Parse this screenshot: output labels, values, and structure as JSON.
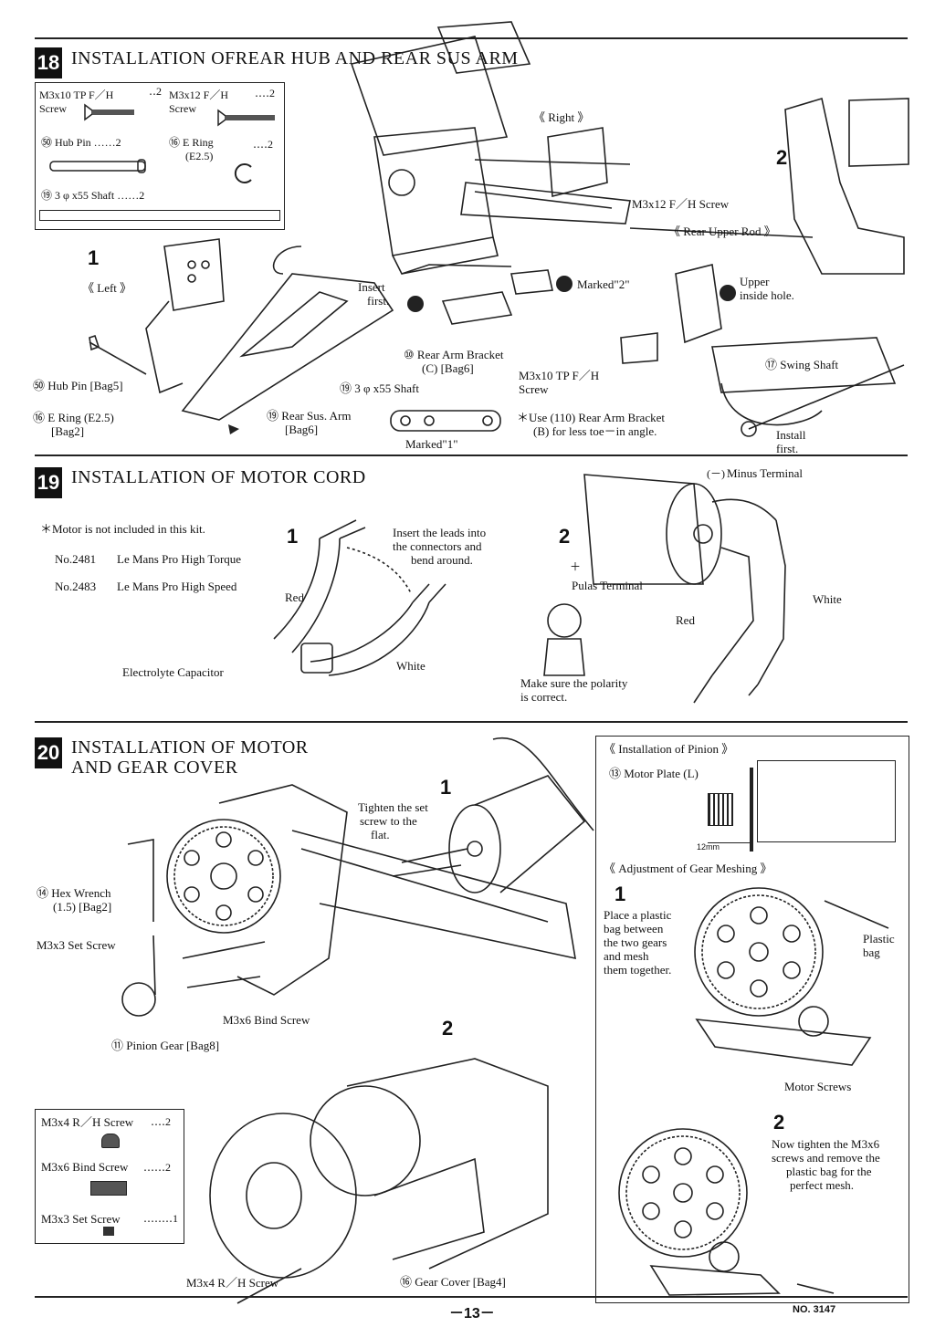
{
  "s18": {
    "num": "18",
    "title": "INSTALLATION OFREAR HUB AND REAR SUS ARM",
    "parts": {
      "p1_name": "M3x10 TP F／H",
      "p1_name2": "Screw",
      "p1_qty": "‥2",
      "p2_name": "M3x12 F／H",
      "p2_name2": "Screw",
      "p2_qty": "‥‥2",
      "p3": "㊿ Hub Pin ……2",
      "p4a": "⑯ E Ring",
      "p4b": "(E2.5)",
      "p4_qty": "‥‥2",
      "p5": "⑲ 3 φ x55 Shaft ……2"
    },
    "step1": "1",
    "step2": "2",
    "left": "《 Left 》",
    "right": "《 Right 》",
    "hub_pin": "㊿ Hub Pin [Bag5]",
    "ering1": "⑯ E Ring (E2.5)",
    "ering2": "[Bag2]",
    "insert1": "Insert",
    "insert2": "first.",
    "shaft": "⑲ 3 φ x55 Shaft",
    "rearsus1": "⑲ Rear Sus. Arm",
    "rearsus2": "[Bag6]",
    "rab1": "⑩ Rear Arm Bracket",
    "rab2": "(C) [Bag6]",
    "marked2": "Marked\"2\"",
    "marked1": "Marked\"1\"",
    "m3x10a": "M3x10 TP F／H",
    "m3x10b": "Screw",
    "use1": "＊Use (110) Rear Arm Bracket",
    "use2": "(B) for less toe－in angle.",
    "m3x12": "M3x12 F／H Screw",
    "rur": "《 Rear Upper Rod 》",
    "upper1": "Upper",
    "upper2": "inside hole.",
    "swing": "⑰ Swing Shaft",
    "install1": "Install",
    "install2": "first."
  },
  "s19": {
    "num": "19",
    "title": "INSTALLATION OF MOTOR CORD",
    "note": "＊Motor is not included in this kit.",
    "m1_no": "No.2481",
    "m1_name": "Le Mans Pro High Torque",
    "m2_no": "No.2483",
    "m2_name": "Le Mans Pro High Speed",
    "step1": "1",
    "step2": "2",
    "insert_a": "Insert the leads into",
    "insert_b": "the connectors and",
    "insert_c": "bend around.",
    "red": "Red",
    "white": "White",
    "cap": "Electrolyte Capacitor",
    "minus_sym": "(－)",
    "minus": "Minus Terminal",
    "plus_sym": "＋",
    "plus": "Pulas Terminal",
    "red2": "Red",
    "white2": "White",
    "polar1": "Make sure the polarity",
    "polar2": "is correct."
  },
  "s20": {
    "num": "20",
    "title1": "INSTALLATION OF MOTOR",
    "title2": "AND GEAR COVER",
    "step1": "1",
    "step2": "2",
    "tighten1": "Tighten the set",
    "tighten2": "screw to the",
    "tighten3": "flat.",
    "hex1": "⑭ Hex Wrench",
    "hex2": "(1.5) [Bag2]",
    "setscrew": "M3x3 Set Screw",
    "bind": "M3x6 Bind Screw",
    "pinion": "⑪ Pinion Gear [Bag8]",
    "parts_1": "M3x4 R／H Screw",
    "parts_1q": "‥‥2",
    "parts_2": "M3x6 Bind Screw",
    "parts_2q": "‥‥‥2",
    "parts_3": "M3x3 Set Screw",
    "parts_3q": "‥‥‥‥1",
    "rh": "M3x4 R／H Screw",
    "gearcover": "⑯ Gear Cover [Bag4]",
    "pin_title": "《 Installation of Pinion 》",
    "plate": "⑬ Motor Plate (L)",
    "dim": "12mm",
    "adj": "《 Adjustment of Gear Meshing 》",
    "a1": "1",
    "a1t1": "Place a plastic",
    "a1t2": "bag between",
    "a1t3": "the two gears",
    "a1t4": "and mesh",
    "a1t5": "them together.",
    "bag1": "Plastic",
    "bag2": "bag",
    "motorscrews": "Motor Screws",
    "a2": "2",
    "a2t1": "Now tighten the M3x6",
    "a2t2": "screws and remove the",
    "a2t3": "plastic bag for the",
    "a2t4": "perfect mesh."
  },
  "footer": {
    "page": "－13－",
    "model": "NO. 3147"
  }
}
